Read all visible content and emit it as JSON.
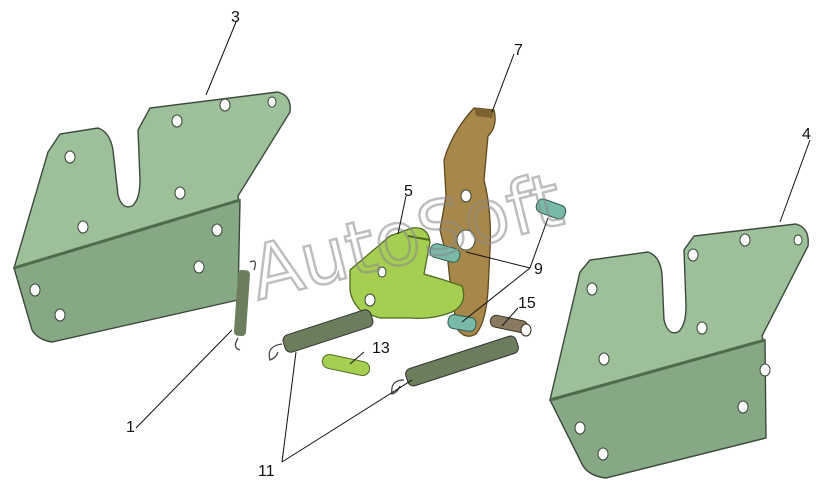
{
  "watermark": "AutoSoft",
  "callouts": {
    "c1": "1",
    "c3": "3",
    "c4": "4",
    "c5": "5",
    "c7": "7",
    "c9": "9",
    "c11": "11",
    "c13": "13",
    "c15": "15"
  },
  "colors": {
    "plate_fill": "#9dbf9a",
    "plate_shade": "#86a884",
    "lever_fill": "#a8884a",
    "lever_shade": "#7d6230",
    "latch_fill": "#a6cf52",
    "pin_fill": "#79b9a7",
    "spring_fill": "#6b7d5c"
  }
}
